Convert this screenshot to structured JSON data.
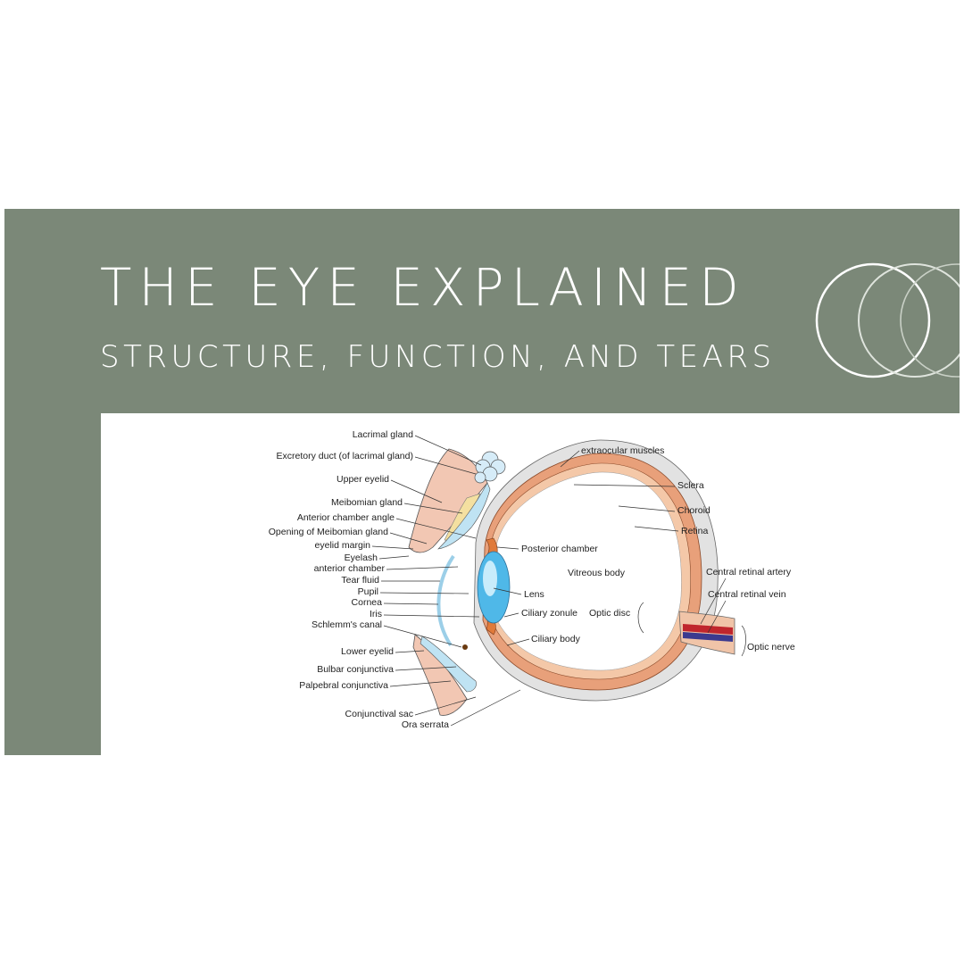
{
  "header": {
    "title": "THE EYE EXPLAINED",
    "subtitle": "STRUCTURE, FUNCTION, AND TEARS"
  },
  "colors": {
    "banner": "#7b8878",
    "text": "#ffffff",
    "sclera": "#e2e2e2",
    "choroid": "#e8a07a",
    "lens": "#4fb8e8",
    "artery": "#c0262d",
    "vein": "#3b3a8f"
  },
  "diagram": {
    "labels": {
      "lacrimal_gland": "Lacrimal gland",
      "excretory_duct": "Excretory duct (of lacrimal gland)",
      "upper_eyelid": "Upper eyelid",
      "meibomian_gland": "Meibomian gland",
      "anterior_chamber_angle": "Anterior chamber angle",
      "opening_meibomian": "Opening of Meibomian gland",
      "eyelid_margin": "eyelid margin",
      "eyelash": "Eyelash",
      "anterior_chamber": "anterior chamber",
      "tear_fluid": "Tear fluid",
      "pupil": "Pupil",
      "cornea": "Cornea",
      "iris": "Iris",
      "schlemms_canal": "Schlemm's canal",
      "lower_eyelid": "Lower eyelid",
      "bulbar_conjunctiva": "Bulbar conjunctiva",
      "palpebral_conjunctiva": "Palpebral conjunctiva",
      "conjunctival_sac": "Conjunctival sac",
      "ora_serrata": "Ora serrata",
      "extraocular_muscles": "extraocular muscles",
      "sclera": "Sclera",
      "choroid": "Choroid",
      "retina": "Retina",
      "posterior_chamber": "Posterior chamber",
      "vitreous_body": "Vitreous body",
      "lens": "Lens",
      "ciliary_zonule": "Ciliary zonule",
      "optic_disc": "Optic disc",
      "ciliary_body": "Ciliary body",
      "central_retinal_artery": "Central retinal artery",
      "central_retinal_vein": "Central retinal vein",
      "optic_nerve": "Optic nerve"
    }
  }
}
